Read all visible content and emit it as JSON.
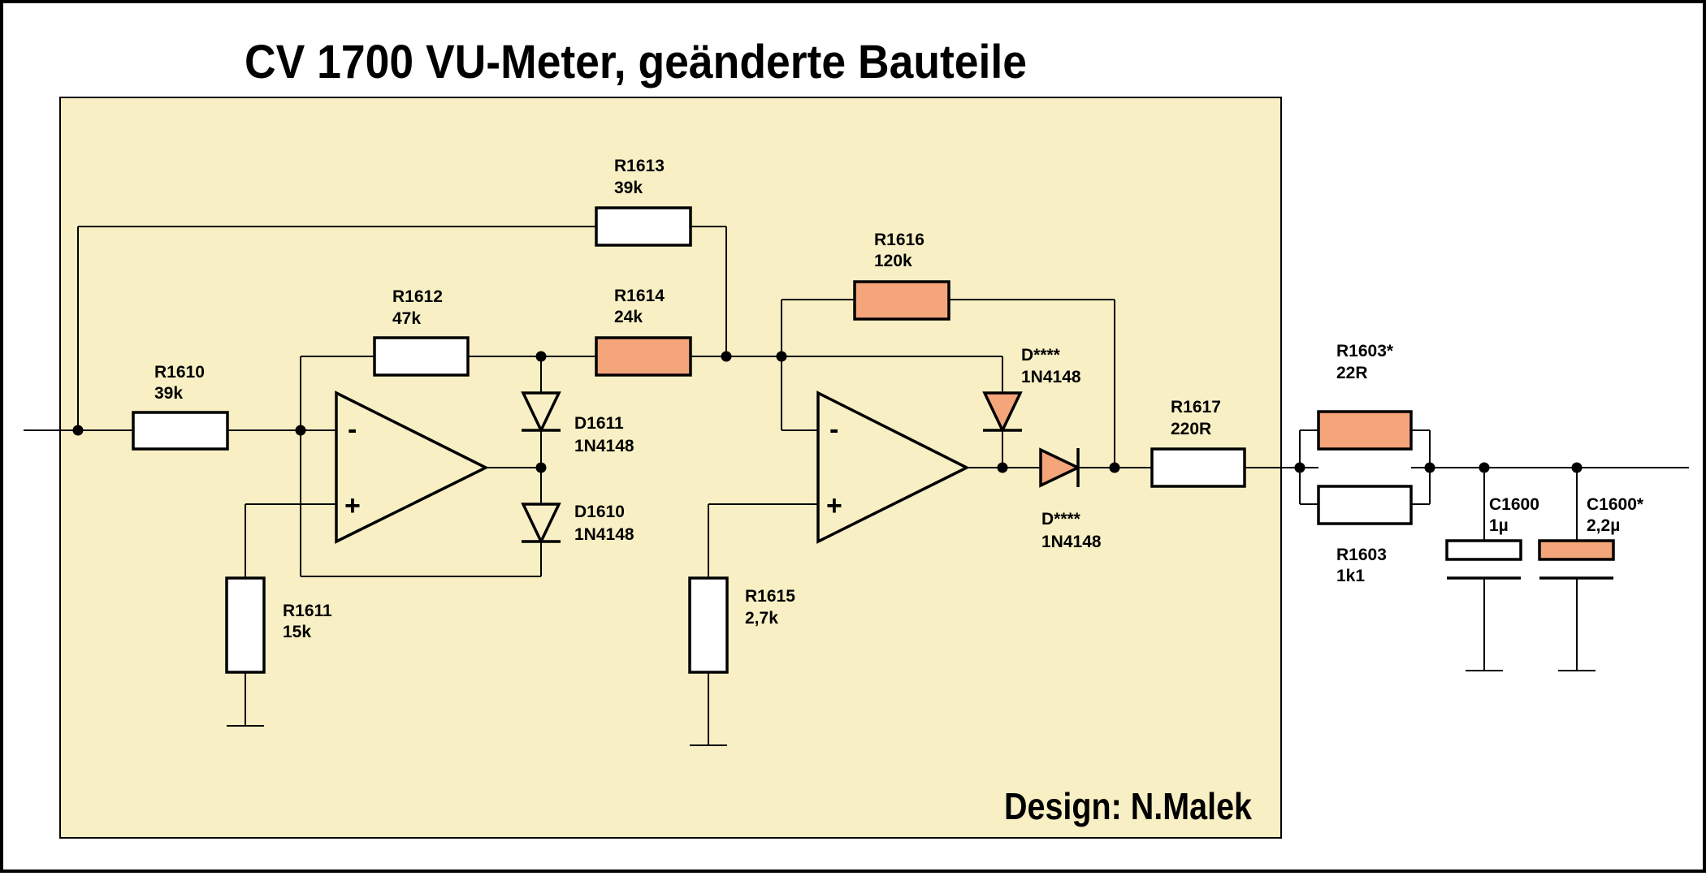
{
  "title": "CV 1700  VU-Meter, geänderte Bauteile",
  "credit": "Design: N.Malek",
  "colors": {
    "board_background": "#f8f0c4",
    "changed_part": "#f5a57a",
    "unchanged_part": "#ffffff",
    "wire": "#000000"
  },
  "components": {
    "R1610": {
      "name": "R1610",
      "value": "39k"
    },
    "R1611": {
      "name": "R1611",
      "value": "15k"
    },
    "R1612": {
      "name": "R1612",
      "value": "47k"
    },
    "R1613": {
      "name": "R1613",
      "value": "39k"
    },
    "R1614": {
      "name": "R1614",
      "value": "24k"
    },
    "R1615": {
      "name": "R1615",
      "value": "2,7k"
    },
    "R1616": {
      "name": "R1616",
      "value": "120k"
    },
    "R1617": {
      "name": "R1617",
      "value": "220R"
    },
    "R1603a": {
      "name": "R1603*",
      "value": "22R"
    },
    "R1603b": {
      "name": "R1603",
      "value": "1k1"
    },
    "D1611": {
      "name": "D1611",
      "value": "1N4148"
    },
    "D1610": {
      "name": "D1610",
      "value": "1N4148"
    },
    "Dvert": {
      "name": "D****",
      "value": "1N4148"
    },
    "Dhoriz": {
      "name": "D****",
      "value": "1N4148"
    },
    "C1600a": {
      "name": "C1600",
      "value": "1µ"
    },
    "C1600b": {
      "name": "C1600*",
      "value": "2,2µ"
    }
  },
  "opamp_signs": {
    "minus": "-",
    "plus": "+"
  }
}
